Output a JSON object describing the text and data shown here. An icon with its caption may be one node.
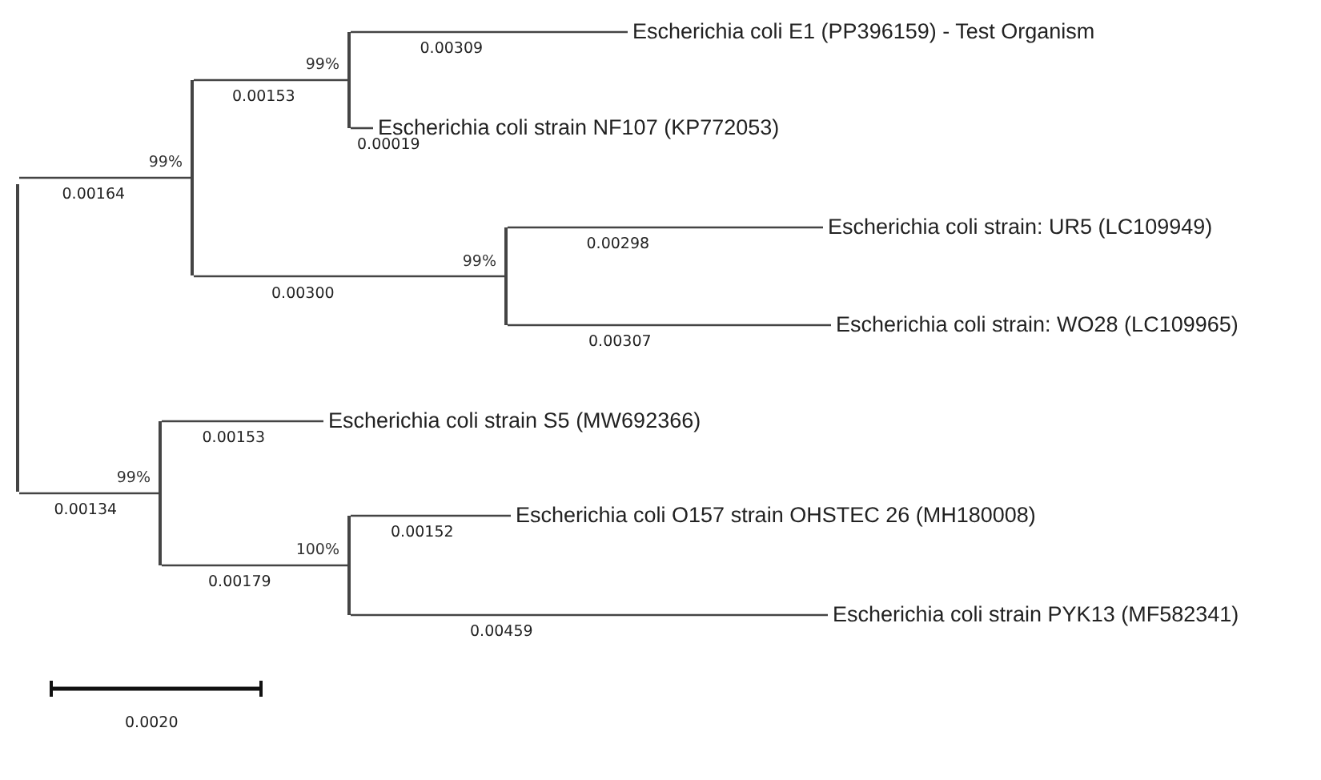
{
  "diagram": {
    "nodes": [
      {
        "text": [],
        "shape": "point"
      },
      {
        "text": [],
        "shape": "point",
        "beside": [
          "99%"
        ]
      },
      {
        "text": [],
        "shape": "point",
        "beside": [
          "99%"
        ]
      },
      {
        "text": [
          "Escherichia coli E1 (PP396159) - Test Organism"
        ]
      },
      {
        "text": [
          "Escherichia coli strain NF107 (KP772053)"
        ]
      },
      {
        "text": [],
        "shape": "point",
        "beside": [
          "99%"
        ]
      },
      {
        "text": [
          "Escherichia coli strain: UR5 (LC109949)"
        ]
      },
      {
        "text": [
          "Escherichia coli strain: WO28 (LC109965)"
        ]
      },
      {
        "text": [],
        "shape": "point",
        "beside": [
          "99%"
        ]
      },
      {
        "text": [
          "Escherichia coli strain S5 (MW692366)"
        ]
      },
      {
        "text": [],
        "shape": "point",
        "beside": [
          "100%"
        ]
      },
      {
        "text": [
          "Escherichia coli O157 strain OHSTEC 26 (MH180008)"
        ]
      },
      {
        "text": [
          "Escherichia coli strain PYK13 (MF582341)"
        ]
      }
    ],
    "edges": [
      {
        "from": 0,
        "to": 1,
        "arrow": "none",
        "label": "0.00164"
      },
      {
        "from": 1,
        "to": 2,
        "arrow": "none",
        "label": "0.00153"
      },
      {
        "from": 2,
        "to": 3,
        "arrow": "none",
        "label": "0.00309"
      },
      {
        "from": 2,
        "to": 4,
        "arrow": "none",
        "label": "0.00019"
      },
      {
        "from": 1,
        "to": 5,
        "arrow": "none",
        "label": "0.00300"
      },
      {
        "from": 5,
        "to": 6,
        "arrow": "none",
        "label": "0.00298"
      },
      {
        "from": 5,
        "to": 7,
        "arrow": "none",
        "label": "0.00307"
      },
      {
        "from": 0,
        "to": 8,
        "arrow": "none",
        "label": "0.00134"
      },
      {
        "from": 8,
        "to": 9,
        "arrow": "none",
        "label": "0.00153"
      },
      {
        "from": 8,
        "to": 10,
        "arrow": "none",
        "label": "0.00179"
      },
      {
        "from": 10,
        "to": 11,
        "arrow": "none",
        "label": "0.00152"
      },
      {
        "from": 10,
        "to": 12,
        "arrow": "none",
        "label": "0.00459"
      }
    ],
    "labels": [
      "0.0020"
    ]
  }
}
